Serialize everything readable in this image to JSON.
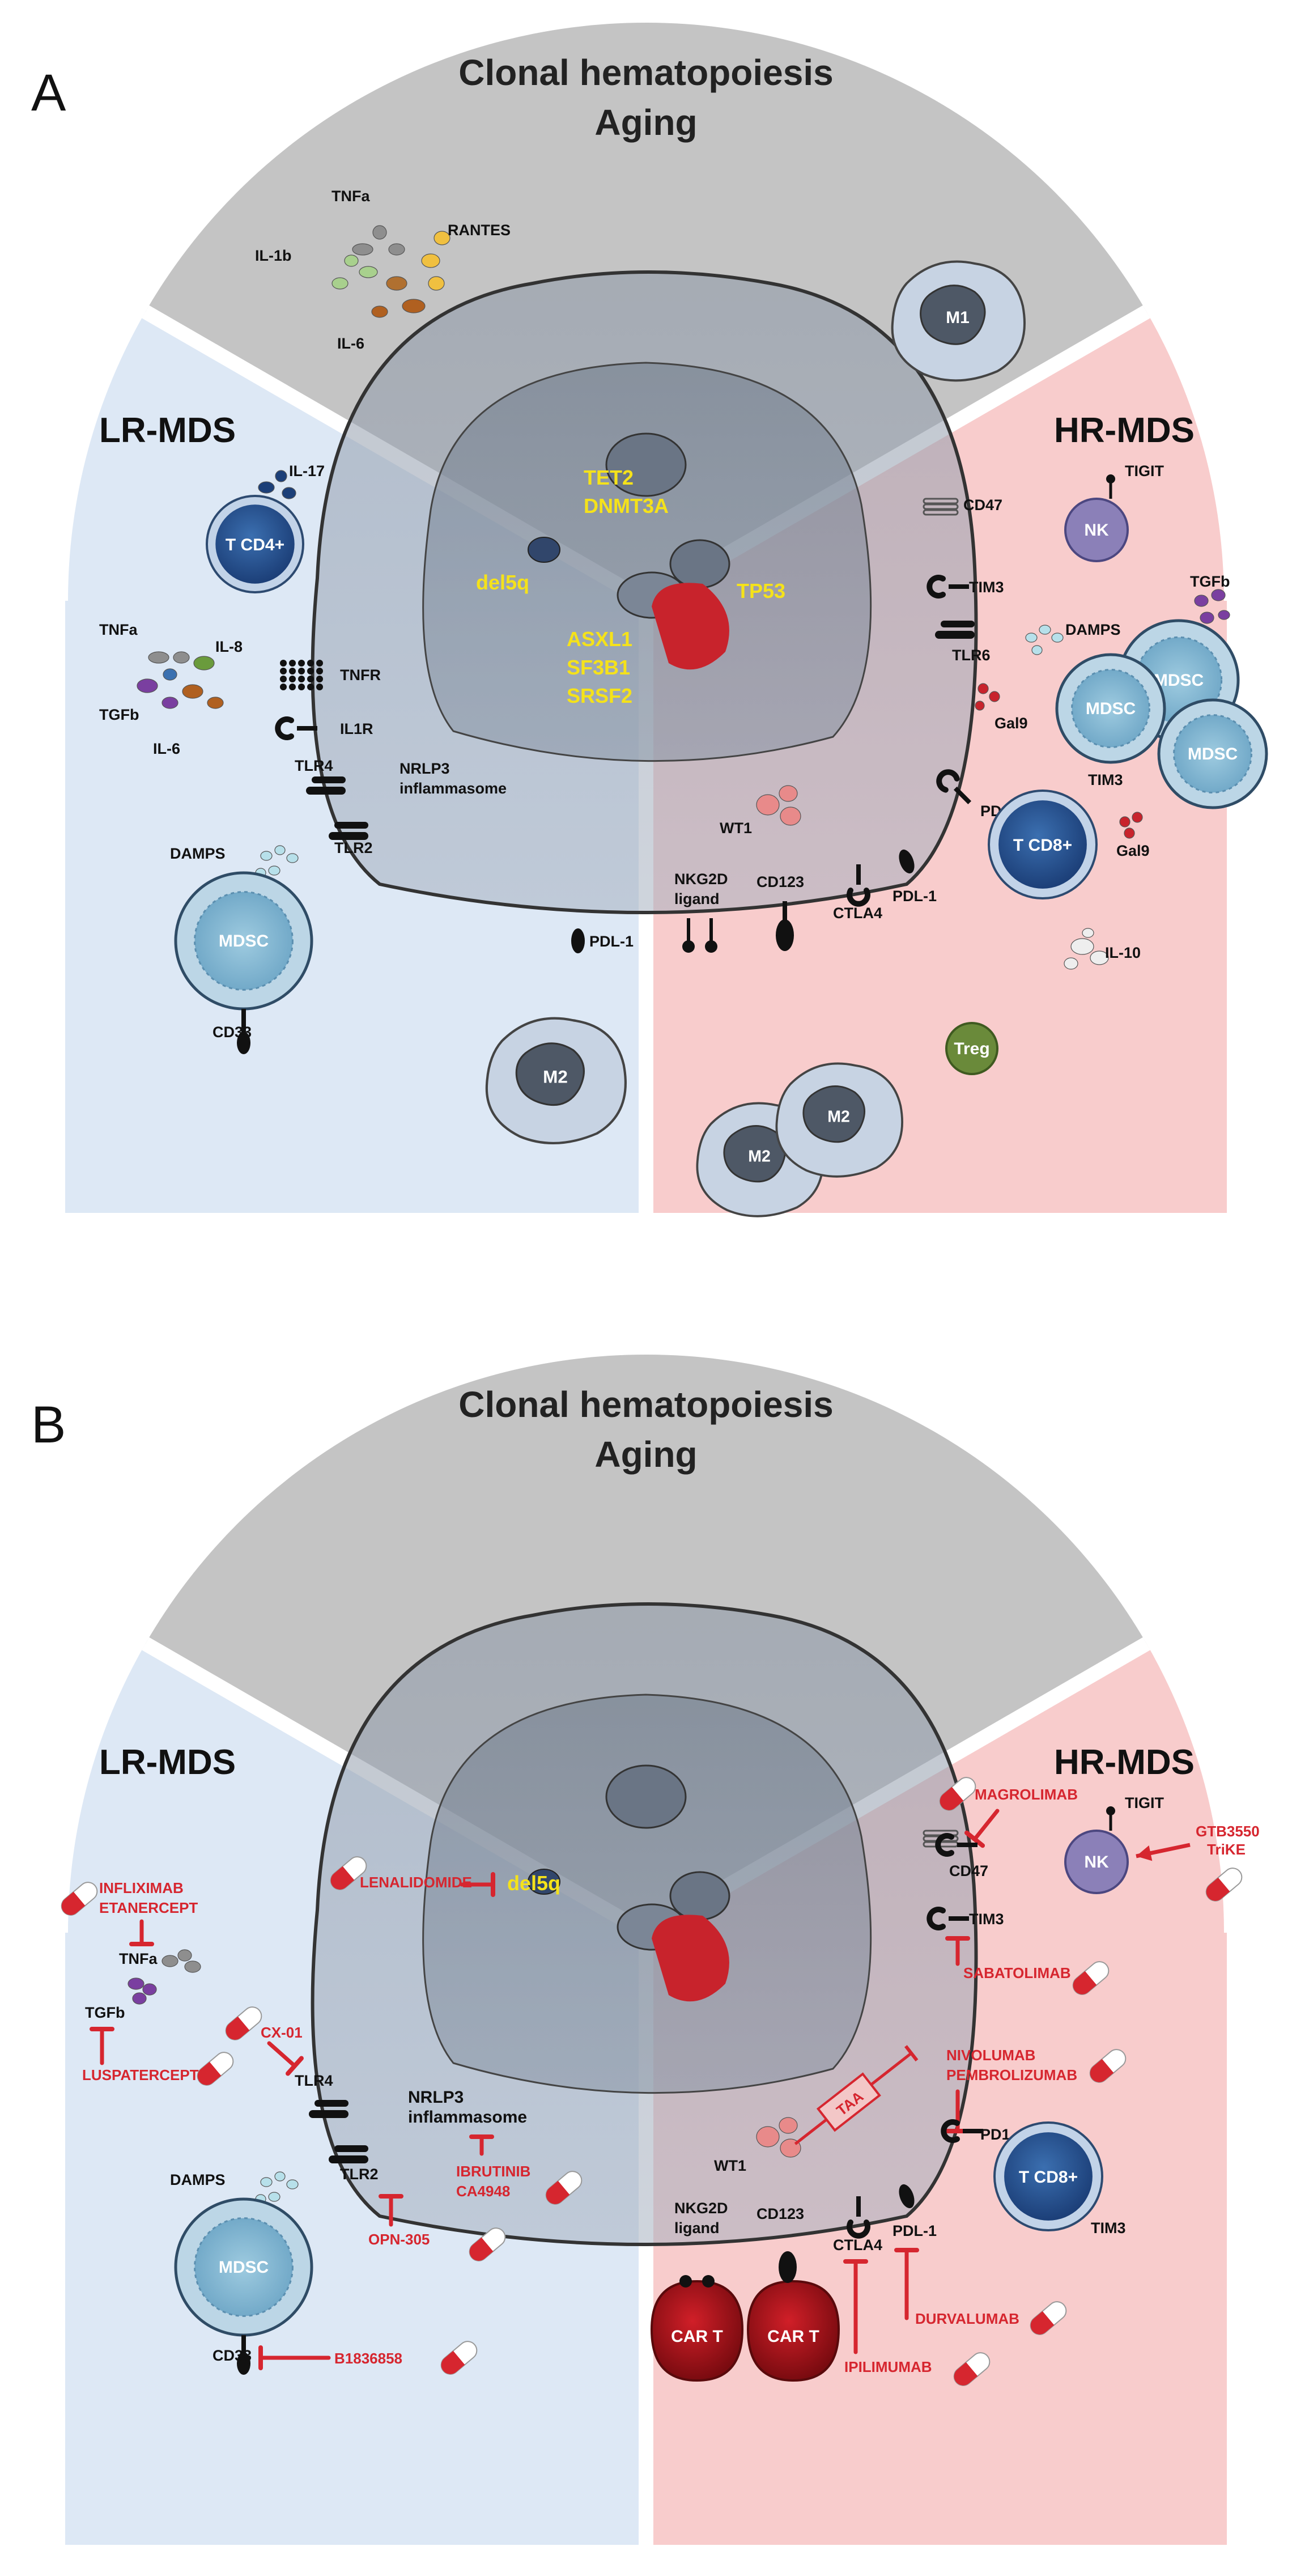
{
  "panels": [
    {
      "letter": "A",
      "top_title_line1": "Clonal hematopoiesis",
      "top_title_line2": "Aging",
      "left_title": "LR-MDS",
      "right_title": "HR-MDS",
      "nucleus_top_genes": [
        "TET2",
        "DNMT3A"
      ],
      "nucleus_left_label": "del5q",
      "nucleus_left_genes": [
        "ASXL1",
        "SF3B1",
        "SRSF2"
      ],
      "nucleus_right_label": "TP53",
      "cytokines_top": [
        "TNFa",
        "RANTES",
        "IL-1b",
        "IL-6"
      ],
      "cytokines_left": [
        "TNFa",
        "IL-8",
        "TGFb",
        "IL-6"
      ],
      "il17": "IL-17",
      "cd4": "T CD4+",
      "receptors_left": [
        "TNFR",
        "IL1R",
        "TLR4",
        "TLR2"
      ],
      "nlrp3": [
        "NRLP3",
        "inflammasome"
      ],
      "damps": "DAMPS",
      "mdsc": "MDSC",
      "cd33": "CD33",
      "pdl1": "PDL-1",
      "m1": "M1",
      "m2": "M2",
      "receptors_right": [
        "CD47",
        "TIM3",
        "TLR6"
      ],
      "tigit": "TIGIT",
      "nk": "NK",
      "tgfb": "TGFb",
      "gal9": "Gal9",
      "pd1": "PD1",
      "cd8": "T CD8+",
      "wt1": "WT1",
      "nkg2d": [
        "NKG2D",
        "ligand"
      ],
      "cd123": "CD123",
      "ctla4": "CTLA4",
      "il10": "IL-10",
      "treg": "Treg"
    },
    {
      "letter": "B",
      "top_title_line1": "Clonal hematopoiesis",
      "top_title_line2": "Aging",
      "left_title": "LR-MDS",
      "right_title": "HR-MDS",
      "del5q": "del5q",
      "tnfa": "TNFa",
      "tgfb": "TGFb",
      "tlr4": "TLR4",
      "tlr2": "TLR2",
      "damps": "DAMPS",
      "mdsc": "MDSC",
      "cd33": "CD33",
      "nlrp3": [
        "NRLP3",
        "inflammasome"
      ],
      "drugs_left": {
        "infliximab": [
          "INFLIXIMAB",
          "ETANERCEPT"
        ],
        "luspatercept": "LUSPATERCEPT",
        "cx01": "CX-01",
        "opn305": "OPN-305",
        "b1836858": "B1836858",
        "lenalidomide": "LENALIDOMIDE",
        "ibrutinib": [
          "IBRUTINIB",
          "CA4948"
        ]
      },
      "drugs_right": {
        "magrolimab": "MAGROLIMAB",
        "gtb3550": [
          "GTB3550",
          "TriKE"
        ],
        "sabatolimab": "SABATOLIMAB",
        "nivolumab": [
          "NIVOLUMAB",
          "PEMBROLIZUMAB"
        ],
        "durvalumab": "DURVALUMAB",
        "ipilimumab": "IPILIMUMAB"
      },
      "tigit": "TIGIT",
      "nk": "NK",
      "cd47": "CD47",
      "tim3": "TIM3",
      "pd1": "PD1",
      "cd8": "T CD8+",
      "wt1": "WT1",
      "taa": "TAA",
      "nkg2d": [
        "NKG2D",
        "ligand"
      ],
      "cd123": "CD123",
      "ctla4": "CTLA4",
      "pdl1": "PDL-1",
      "cart": "CAR T"
    }
  ],
  "colors": {
    "top_sector": "#c4c4c4",
    "left_sector": "#dde8f5",
    "right_sector": "#f8cccc",
    "drug_red": "#d6262f",
    "gene_yellow": "#f5e21a"
  }
}
